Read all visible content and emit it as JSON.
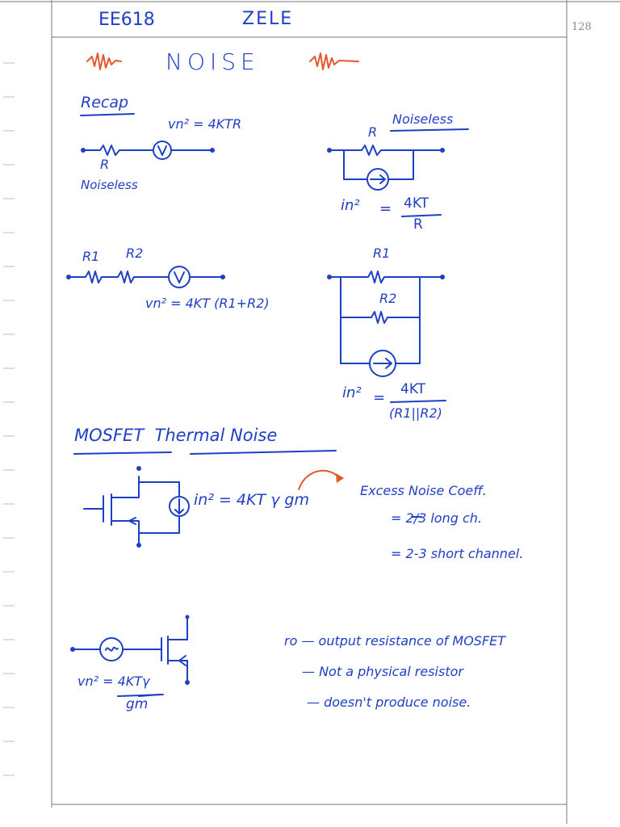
{
  "header": {
    "course": "EE618",
    "author": "ZELE",
    "page_number": "128"
  },
  "title": "NOISE",
  "recap": {
    "heading": "Recap",
    "series_source": {
      "label": "R",
      "note": "Noiseless",
      "eq": "vn² = 4KTR"
    },
    "parallel_source": {
      "label": "R",
      "note": "Noiseless",
      "eq_left": "in²",
      "eq_num": "4KT",
      "eq_den": "R"
    },
    "series_two": {
      "r1": "R1",
      "r2": "R2",
      "eq": "vn² = 4KT (R1+R2)"
    },
    "parallel_two": {
      "r1": "R1",
      "r2": "R2",
      "eq_left": "in²",
      "eq_num": "4KT",
      "eq_den": "(R1||R2)"
    }
  },
  "mosfet": {
    "heading": "MOSFET  Thermal Noise",
    "eq": "in² = 4KT γ gm",
    "coeff_label": "Excess Noise Coeff.",
    "coeff_long": "= 2/3 long ch.",
    "coeff_short": "= 2-3 short channel.",
    "vn_eq_num": "vn² = 4KTγ",
    "vn_eq_den": "gm",
    "ro_line1": "ro — output resistance of MOSFET",
    "ro_line2": "— Not a physical resistor",
    "ro_line3": "— doesn't produce noise."
  }
}
